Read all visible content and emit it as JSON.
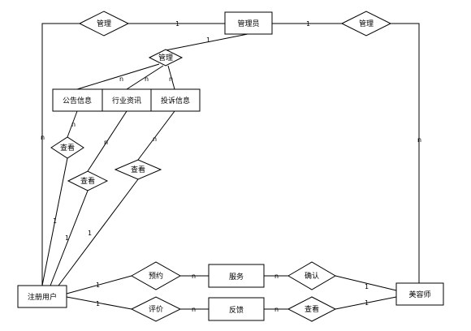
{
  "entities": {
    "admin": "管理员",
    "announcement": "公告信息",
    "industry_news": "行业资讯",
    "complaint": "投诉信息",
    "registered_user": "注册用户",
    "service": "服务",
    "feedback": "反馈",
    "beautician": "美容师"
  },
  "relations": {
    "manage_left": "管理",
    "manage_right": "管理",
    "manage_info": "管理",
    "view_announcement": "查看",
    "view_news": "查看",
    "view_complaint": "查看",
    "reserve": "预约",
    "evaluate": "评价",
    "confirm": "确认",
    "view_feedback": "查看"
  },
  "cardinalities": {
    "one": "1",
    "many": "n"
  }
}
